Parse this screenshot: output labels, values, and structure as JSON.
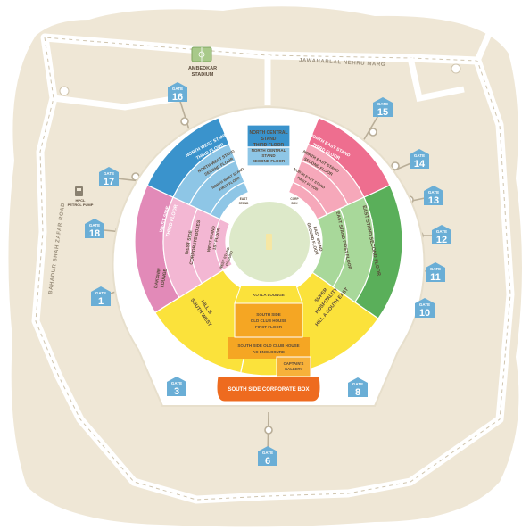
{
  "roads": {
    "north": "JAWAHARLAL NEHRU MARG",
    "west": "BAHADUR SHAH ZAFAR ROAD"
  },
  "landmarks": {
    "stadium_line1": "AMBEDKAR",
    "stadium_line2": "STADIUM",
    "pump_line1": "HPCL",
    "pump_line2": "PETROL PUMP"
  },
  "stands": {
    "north_central_third": [
      "NORTH CENTRAL",
      "STAND",
      "THIRD FLOOR"
    ],
    "north_central_second": [
      "NORTH CENTRAL",
      "STAND",
      "SECOND FLOOR"
    ],
    "north_west_third": [
      "NORTH WEST STAND",
      "THIRD FLOOR"
    ],
    "north_west_second": [
      "NORTH WEST STAND",
      "SECOND FLOOR"
    ],
    "north_west_first": [
      "NORTH WEST STAND",
      "FIRST FLOOR"
    ],
    "north_east_third": [
      "NORTH EAST STAND",
      "THIRD FLOOR"
    ],
    "north_east_second": [
      "NORTH EAST STAND",
      "SECOND FLOOR"
    ],
    "north_east_first": [
      "NORTH EAST STAND",
      "FIRST FLOOR"
    ],
    "west_third": [
      "WEST SIDE",
      "THIRD FLOOR"
    ],
    "west_corporate": [
      "WEST SIDE",
      "CORPORATE BOXES"
    ],
    "west_first": [
      "WEST STAND",
      "1ST FLOOR"
    ],
    "west_ground": [
      "WEST STAND",
      "GROUND"
    ],
    "dakshin": [
      "DAKSHIN",
      "LOUNGE"
    ],
    "hill_b": [
      "HILL B",
      "SOUTH WEST"
    ],
    "east_second": [
      "EAST STAND SECOND FLOOR"
    ],
    "east_first": [
      "EAST STAND FIRST FLOOR"
    ],
    "east_ground": [
      "EAST STAND",
      "GROUND FLOOR"
    ],
    "super_hospitality": [
      "SUPER",
      "HOSPITALITY",
      "HILL A SOUTH EAST"
    ],
    "kotla_lounge": [
      "KOTLA LOUNGE"
    ],
    "south_old_first": [
      "SOUTH SIDE",
      "OLD CLUB HOUSE",
      "FIRST FLOOR"
    ],
    "south_old_ac": [
      "SOUTH SIDE OLD CLUB HOUSE",
      "AC ENCLOSURE"
    ],
    "captains_gallery": [
      "CAPTAIN'S",
      "GALLERY"
    ],
    "corporate_box": [
      "SOUTH SIDE CORPORATE BOX"
    ],
    "inner_tiny": [
      "EAST",
      "STAND",
      "CORP",
      "BOX"
    ]
  },
  "gate_word": "GATE",
  "gates": [
    "1",
    "3",
    "6",
    "8",
    "10",
    "11",
    "12",
    "13",
    "14",
    "15",
    "16",
    "17",
    "18"
  ],
  "colors": {
    "land": "#efe7d6",
    "road": "#ffffff",
    "road_dash": "#cfc4ad",
    "gate_tag": "#6aaed6",
    "north": "#3a93cc",
    "north_light": "#8ec6e6",
    "west": "#e28ab8",
    "west_light": "#f3b7d3",
    "east": "#5aaf5a",
    "east_light": "#a8d89a",
    "south_yellow": "#fbe23b",
    "south_orange": "#f5a623",
    "south_deep": "#f07c1b",
    "corporate": "#ee6b1f",
    "ne": "#ee6e8f",
    "ne_light": "#f6a8ba",
    "field": "#dde9c9"
  }
}
